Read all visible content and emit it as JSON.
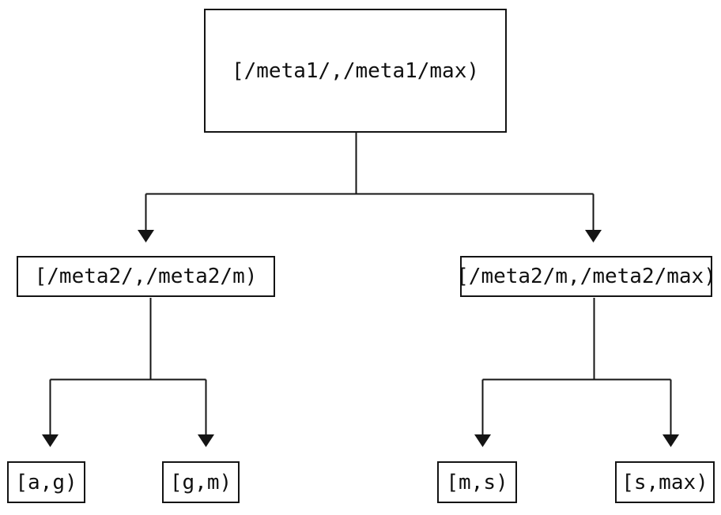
{
  "diagram": {
    "kind": "interval-partition-tree",
    "background_color": "#ffffff",
    "stroke_color": "#141414",
    "text_color": "#101010",
    "nodes": {
      "root": {
        "label": "[/meta1/,/meta1/max)"
      },
      "mid_left": {
        "label": "[/meta2/,/meta2/m)"
      },
      "mid_right": {
        "label": "[/meta2/m,/meta2/max)"
      },
      "leaf_ag": {
        "label": "[a,g)"
      },
      "leaf_gm": {
        "label": "[g,m)"
      },
      "leaf_ms": {
        "label": "[m,s)"
      },
      "leaf_smax": {
        "label": "[s,max)"
      }
    },
    "edges": [
      {
        "from": "root",
        "to": "mid_left",
        "arrow": "down"
      },
      {
        "from": "root",
        "to": "mid_right",
        "arrow": "down"
      },
      {
        "from": "mid_left",
        "to": "leaf_ag",
        "arrow": "down"
      },
      {
        "from": "mid_left",
        "to": "leaf_gm",
        "arrow": "down"
      },
      {
        "from": "mid_right",
        "to": "leaf_ms",
        "arrow": "down"
      },
      {
        "from": "mid_right",
        "to": "leaf_smax",
        "arrow": "down"
      }
    ]
  }
}
